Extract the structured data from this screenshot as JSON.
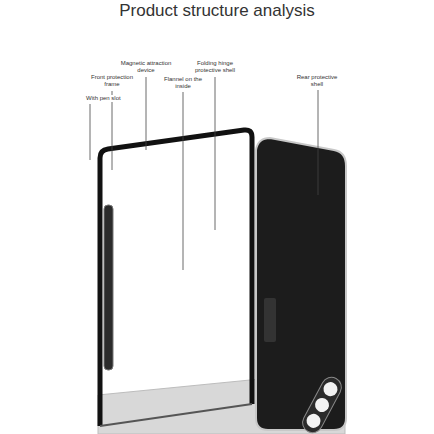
{
  "diagram": {
    "title": "Product structure analysis",
    "labels": [
      "Magnetic attraction device",
      "Folding hinge protective shell",
      "Front protection frame",
      "Flannel on the inside",
      "Rear protective shell",
      "With pen slot"
    ]
  }
}
